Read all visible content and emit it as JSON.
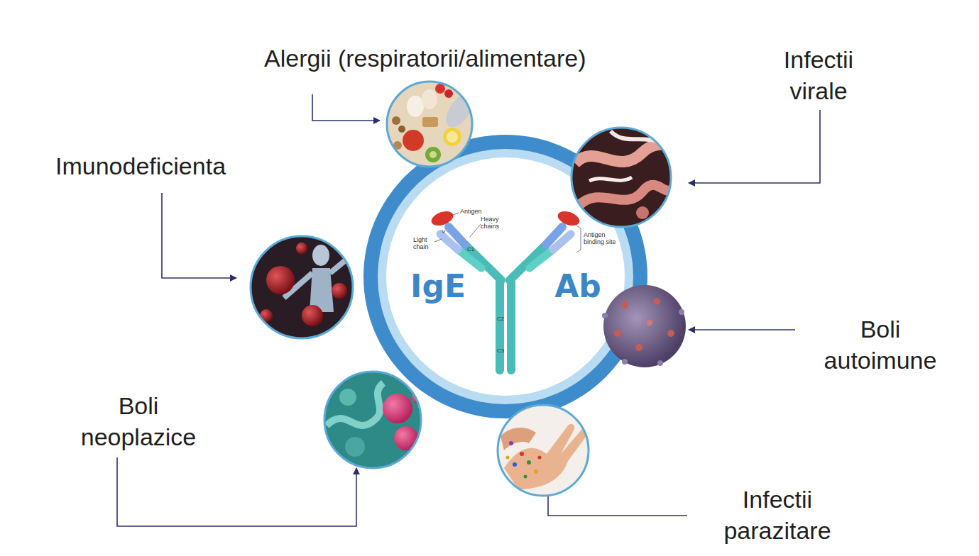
{
  "diagram": {
    "nodes": [
      {
        "text": [
          "IgE",
          "Ab"
        ]
      }
    ],
    "labels": [
      "Alergii (respiratorii/alimentare)",
      "Infectii virale",
      "Imunodeficienta",
      "Boli autoimune",
      "Boli neoplazice",
      "Infectii parazitare",
      "Antigen",
      "Heavy chains",
      "Light chain",
      "Antigen binding site",
      "V",
      "C1",
      "C2",
      "C3"
    ]
  }
}
